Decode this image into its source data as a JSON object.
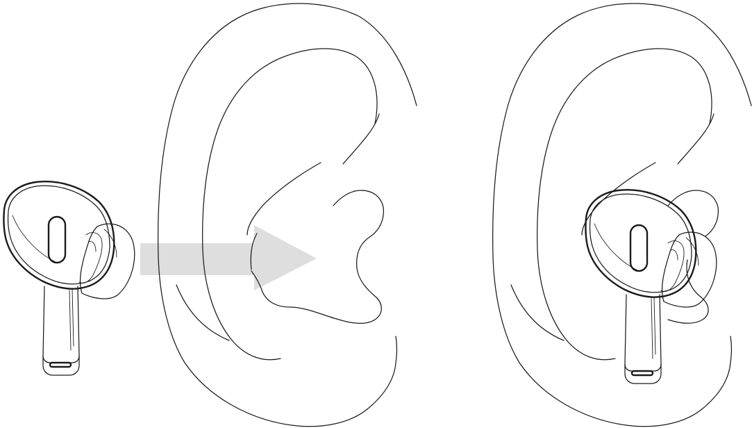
{
  "diagram": {
    "steps": [
      {
        "id": "earbud-alone",
        "icon": "earbud-icon"
      },
      {
        "id": "arrow",
        "icon": "right-arrow-icon"
      },
      {
        "id": "ear-empty",
        "icon": "ear-icon"
      },
      {
        "id": "ear-with-earbud",
        "icon": "ear-with-earbud-icon"
      }
    ],
    "colors": {
      "background": "#ffffff",
      "line": "#1a1a1a",
      "arrow": "#dedede",
      "eartip": "#ffffff"
    }
  }
}
